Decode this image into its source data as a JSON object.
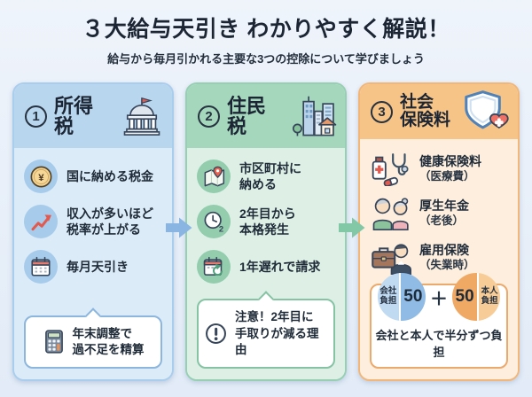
{
  "header": {
    "title": "３大給与天引き わかりやすく解説！",
    "subtitle": "給与から毎月引かれる主要な3つの控除について学びましょう"
  },
  "columns": [
    {
      "number": "1",
      "title": "所得税",
      "header_icon": "bank-icon",
      "accent_color": "#b9d6ef",
      "items": [
        {
          "icon": "yen-coin-icon",
          "text": "国に納める税金"
        },
        {
          "icon": "rising-chart-icon",
          "text": "収入が多いほど\n税率が上がる"
        },
        {
          "icon": "calendar-icon",
          "text": "毎月天引き"
        }
      ],
      "callout": {
        "icon": "calculator-icon",
        "text": "年末調整で\n過不足を精算"
      }
    },
    {
      "number": "2",
      "title": "住民税",
      "header_icon": "city-icon",
      "accent_color": "#a5d7bd",
      "items": [
        {
          "icon": "map-pin-icon",
          "text": "市区町村に\n納める"
        },
        {
          "icon": "clock-year2-icon",
          "text": "2年目から\n本格発生"
        },
        {
          "icon": "calendar-delay-icon",
          "text": "1年遅れで請求"
        }
      ],
      "callout": {
        "icon": "warning-icon",
        "text": "注意！2年目に\n手取りが減る理由"
      }
    },
    {
      "number": "3",
      "title": "社会\n保険料",
      "header_icon": "shield-heart-icon",
      "accent_color": "#f7c488",
      "items": [
        {
          "icon": "medicine-stethoscope-icon",
          "text": "健康保険料",
          "sub": "（医療費）"
        },
        {
          "icon": "elderly-couple-icon",
          "text": "厚生年金",
          "sub": "（老後）"
        },
        {
          "icon": "briefcase-worker-icon",
          "text": "雇用保険",
          "sub": "（失業時）"
        }
      ],
      "callout": {
        "company_label": "会社\n負担",
        "company_value": "50",
        "plus": "＋",
        "employee_value": "50",
        "employee_label": "本人\n負担",
        "caption": "会社と本人で半分ずつ負担"
      }
    }
  ],
  "arrows": [
    {
      "name": "flow-arrow-1",
      "color": "#8ab5e2"
    },
    {
      "name": "flow-arrow-2",
      "color": "#82c8a6"
    }
  ],
  "colors": {
    "background_top": "#eff4fb",
    "background_bottom": "#e2ebf7",
    "text": "#1d2a38",
    "col1_header": "#b9d6ef",
    "col1_body": "#dcebf8",
    "col2_header": "#a5d7bd",
    "col2_body": "#def0e6",
    "col3_header": "#f7c488",
    "col3_body": "#fdeede",
    "split_blue": "#8fbbe5",
    "split_orange": "#f0a964"
  }
}
